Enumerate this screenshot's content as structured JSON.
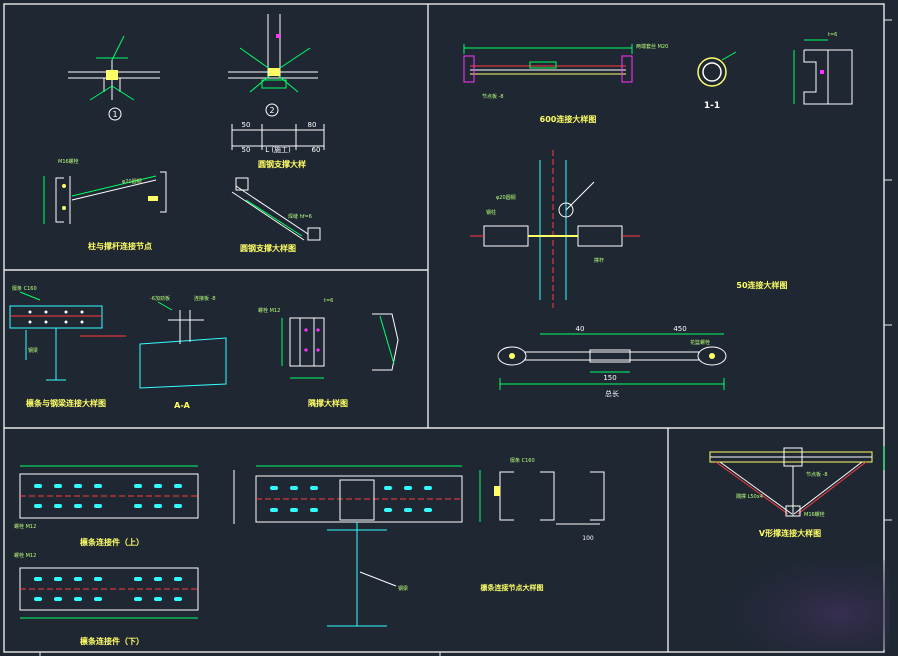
{
  "colors": {
    "background": "#1f2733",
    "frame": "#e8e8e8",
    "line": "#ffffff",
    "dim": "#00ff66",
    "note": "#b8ff7a",
    "title": "#ffff66",
    "cyan": "#33ffff",
    "red": "#ff3b3b",
    "magenta": "#ff33ff",
    "member": "#7a3030"
  },
  "drawing": {
    "titles": {
      "node_detail": "柱与撑杆连接节点",
      "rod_detail": "圆钢支撑大样图",
      "beam_detail": "檩条与钢梁连接大样图",
      "aa_label": "A-A",
      "stiffener_detail": "隅撑大样图",
      "purlin_detail": "圆钢支撑大样",
      "rod_600": "600连接大样图",
      "section_11": "1-1",
      "connection_50": "50连接大样图",
      "plate_upper": "檩条连接件（上）",
      "plate_lower": "檩条连接件（下）",
      "purlin_node": "檩条连接节点大样图",
      "v_brace": "V形撑连接大样图"
    },
    "markers": {
      "one": "1",
      "two": "2"
    },
    "dims": {
      "d50a": "50",
      "d50b": "50",
      "d60": "60",
      "dL": "L (施工)",
      "d80": "80",
      "d40": "40",
      "d150": "150",
      "d450": "450",
      "dtotal": "总长",
      "d100": "100"
    },
    "notes": {
      "n1": "M16螺栓",
      "n2": "-6加劲板",
      "n3": "焊缝 hf=6",
      "n4": "φ20圆钢",
      "n5": "节点板 -8",
      "n6": "撑杆",
      "n7": "檩条 C160",
      "n8": "隅撑 L50x4",
      "n9": "两端套丝 M20",
      "n10": "花篮螺栓",
      "n11": "钢梁",
      "n12": "连接板 -8",
      "n13": "螺栓 M12",
      "n14": "钢柱",
      "n15": "t=6"
    }
  }
}
